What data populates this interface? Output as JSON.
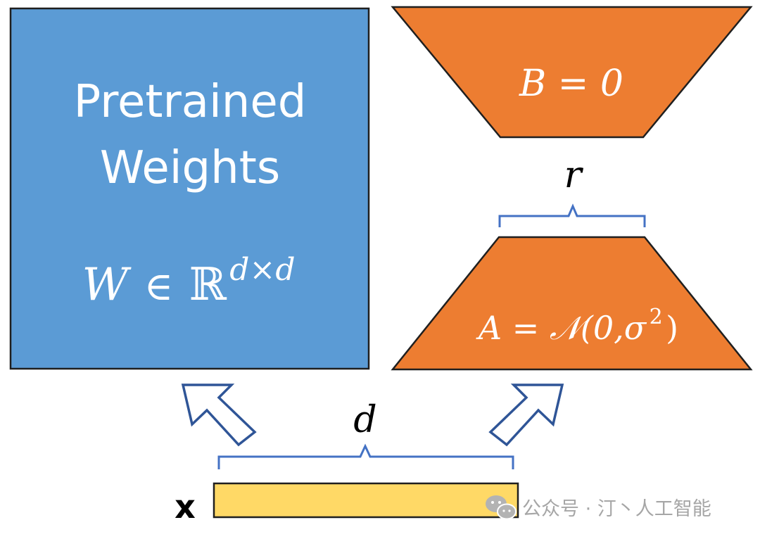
{
  "pretrained": {
    "line1": "Pretrained",
    "line2": "Weights",
    "formula_w": "W",
    "formula_in": "∈",
    "formula_r": "ℝ",
    "formula_sup": "d×d"
  },
  "matrix_b": {
    "label": "B = 0"
  },
  "matrix_a": {
    "label": "A = 𝒩(0,σ",
    "sup": "2",
    "close": ")"
  },
  "labels": {
    "rank": "r",
    "dim": "d",
    "input": "x"
  },
  "watermark": {
    "text": "公众号 · 汀丶人工智能"
  },
  "colors": {
    "blue": "#5b9bd5",
    "orange": "#ed7d31",
    "yellow": "#ffd966",
    "bracket": "#4472c4",
    "arrow": "#2f5597",
    "watermark": "#a6a6a6"
  }
}
